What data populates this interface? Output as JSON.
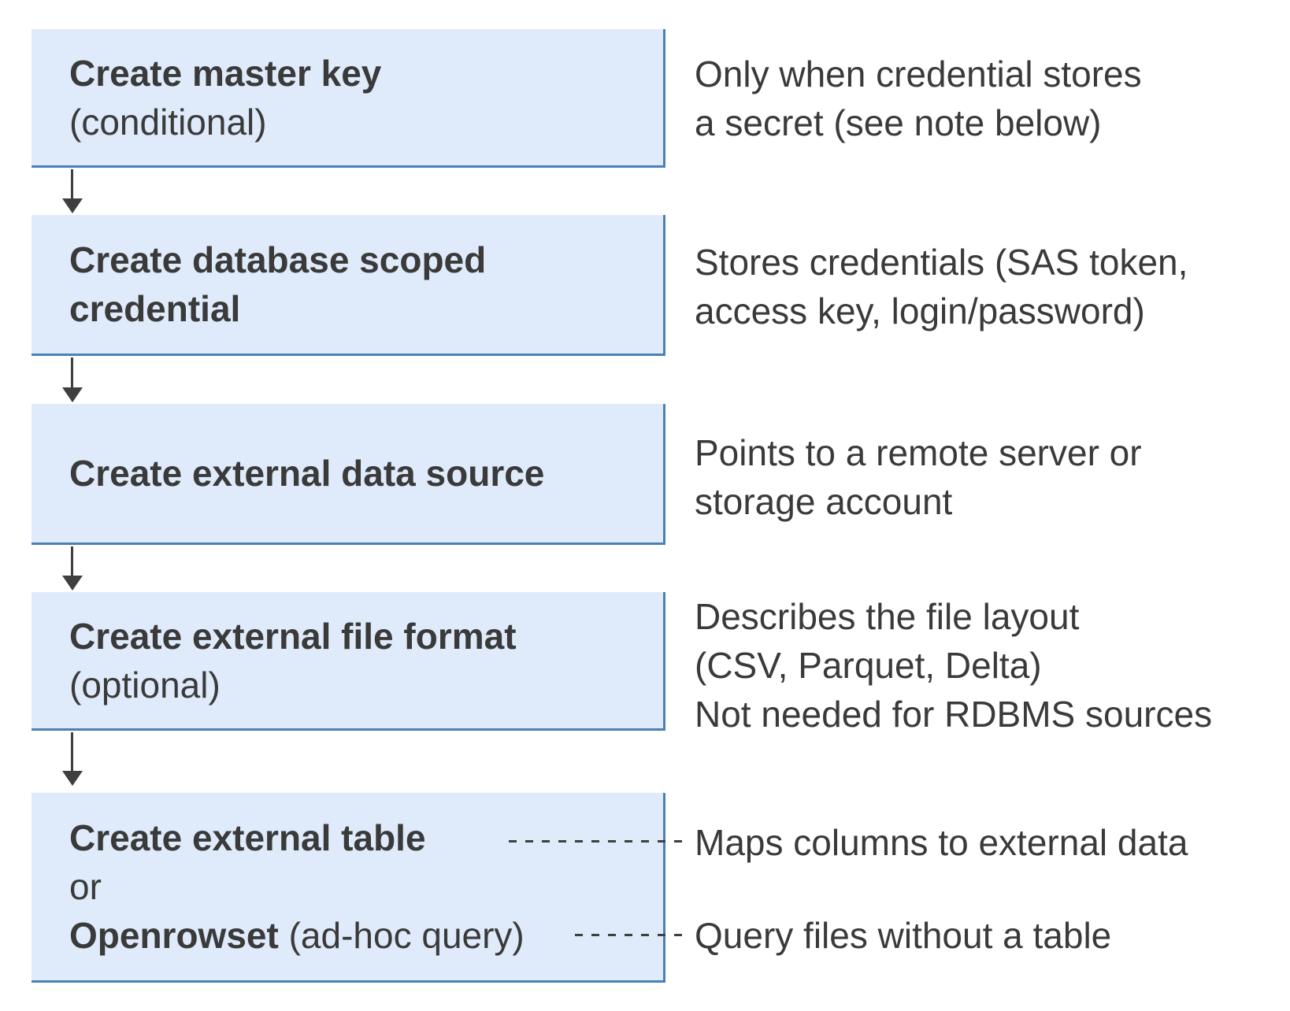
{
  "colors": {
    "box_fill": "#dfeafa",
    "box_border": "#4a80b8",
    "text": "#3a3a3a",
    "arrow": "#3f3f3f"
  },
  "steps": [
    {
      "title": "Create master key",
      "subtitle": "(conditional)",
      "note_lines": [
        "Only when credential stores",
        "a secret (see note below)"
      ]
    },
    {
      "title": "Create database scoped credential",
      "note_lines": [
        "Stores credentials (SAS token,",
        "access key, login/password)"
      ]
    },
    {
      "title": "Create external data source",
      "note_lines": [
        "Points to a remote server or",
        "storage account"
      ]
    },
    {
      "title": "Create external file format",
      "subtitle": "(optional)",
      "note_lines": [
        "Describes the file layout",
        "(CSV, Parquet, Delta)",
        "Not needed for RDBMS sources"
      ]
    },
    {
      "title": "Create external table",
      "conjunction": "or",
      "alt_title": "Openrowset",
      "alt_suffix": " (ad-hoc query)",
      "note_table": "Maps columns to external data",
      "note_openrowset": "Query files without a table"
    }
  ]
}
